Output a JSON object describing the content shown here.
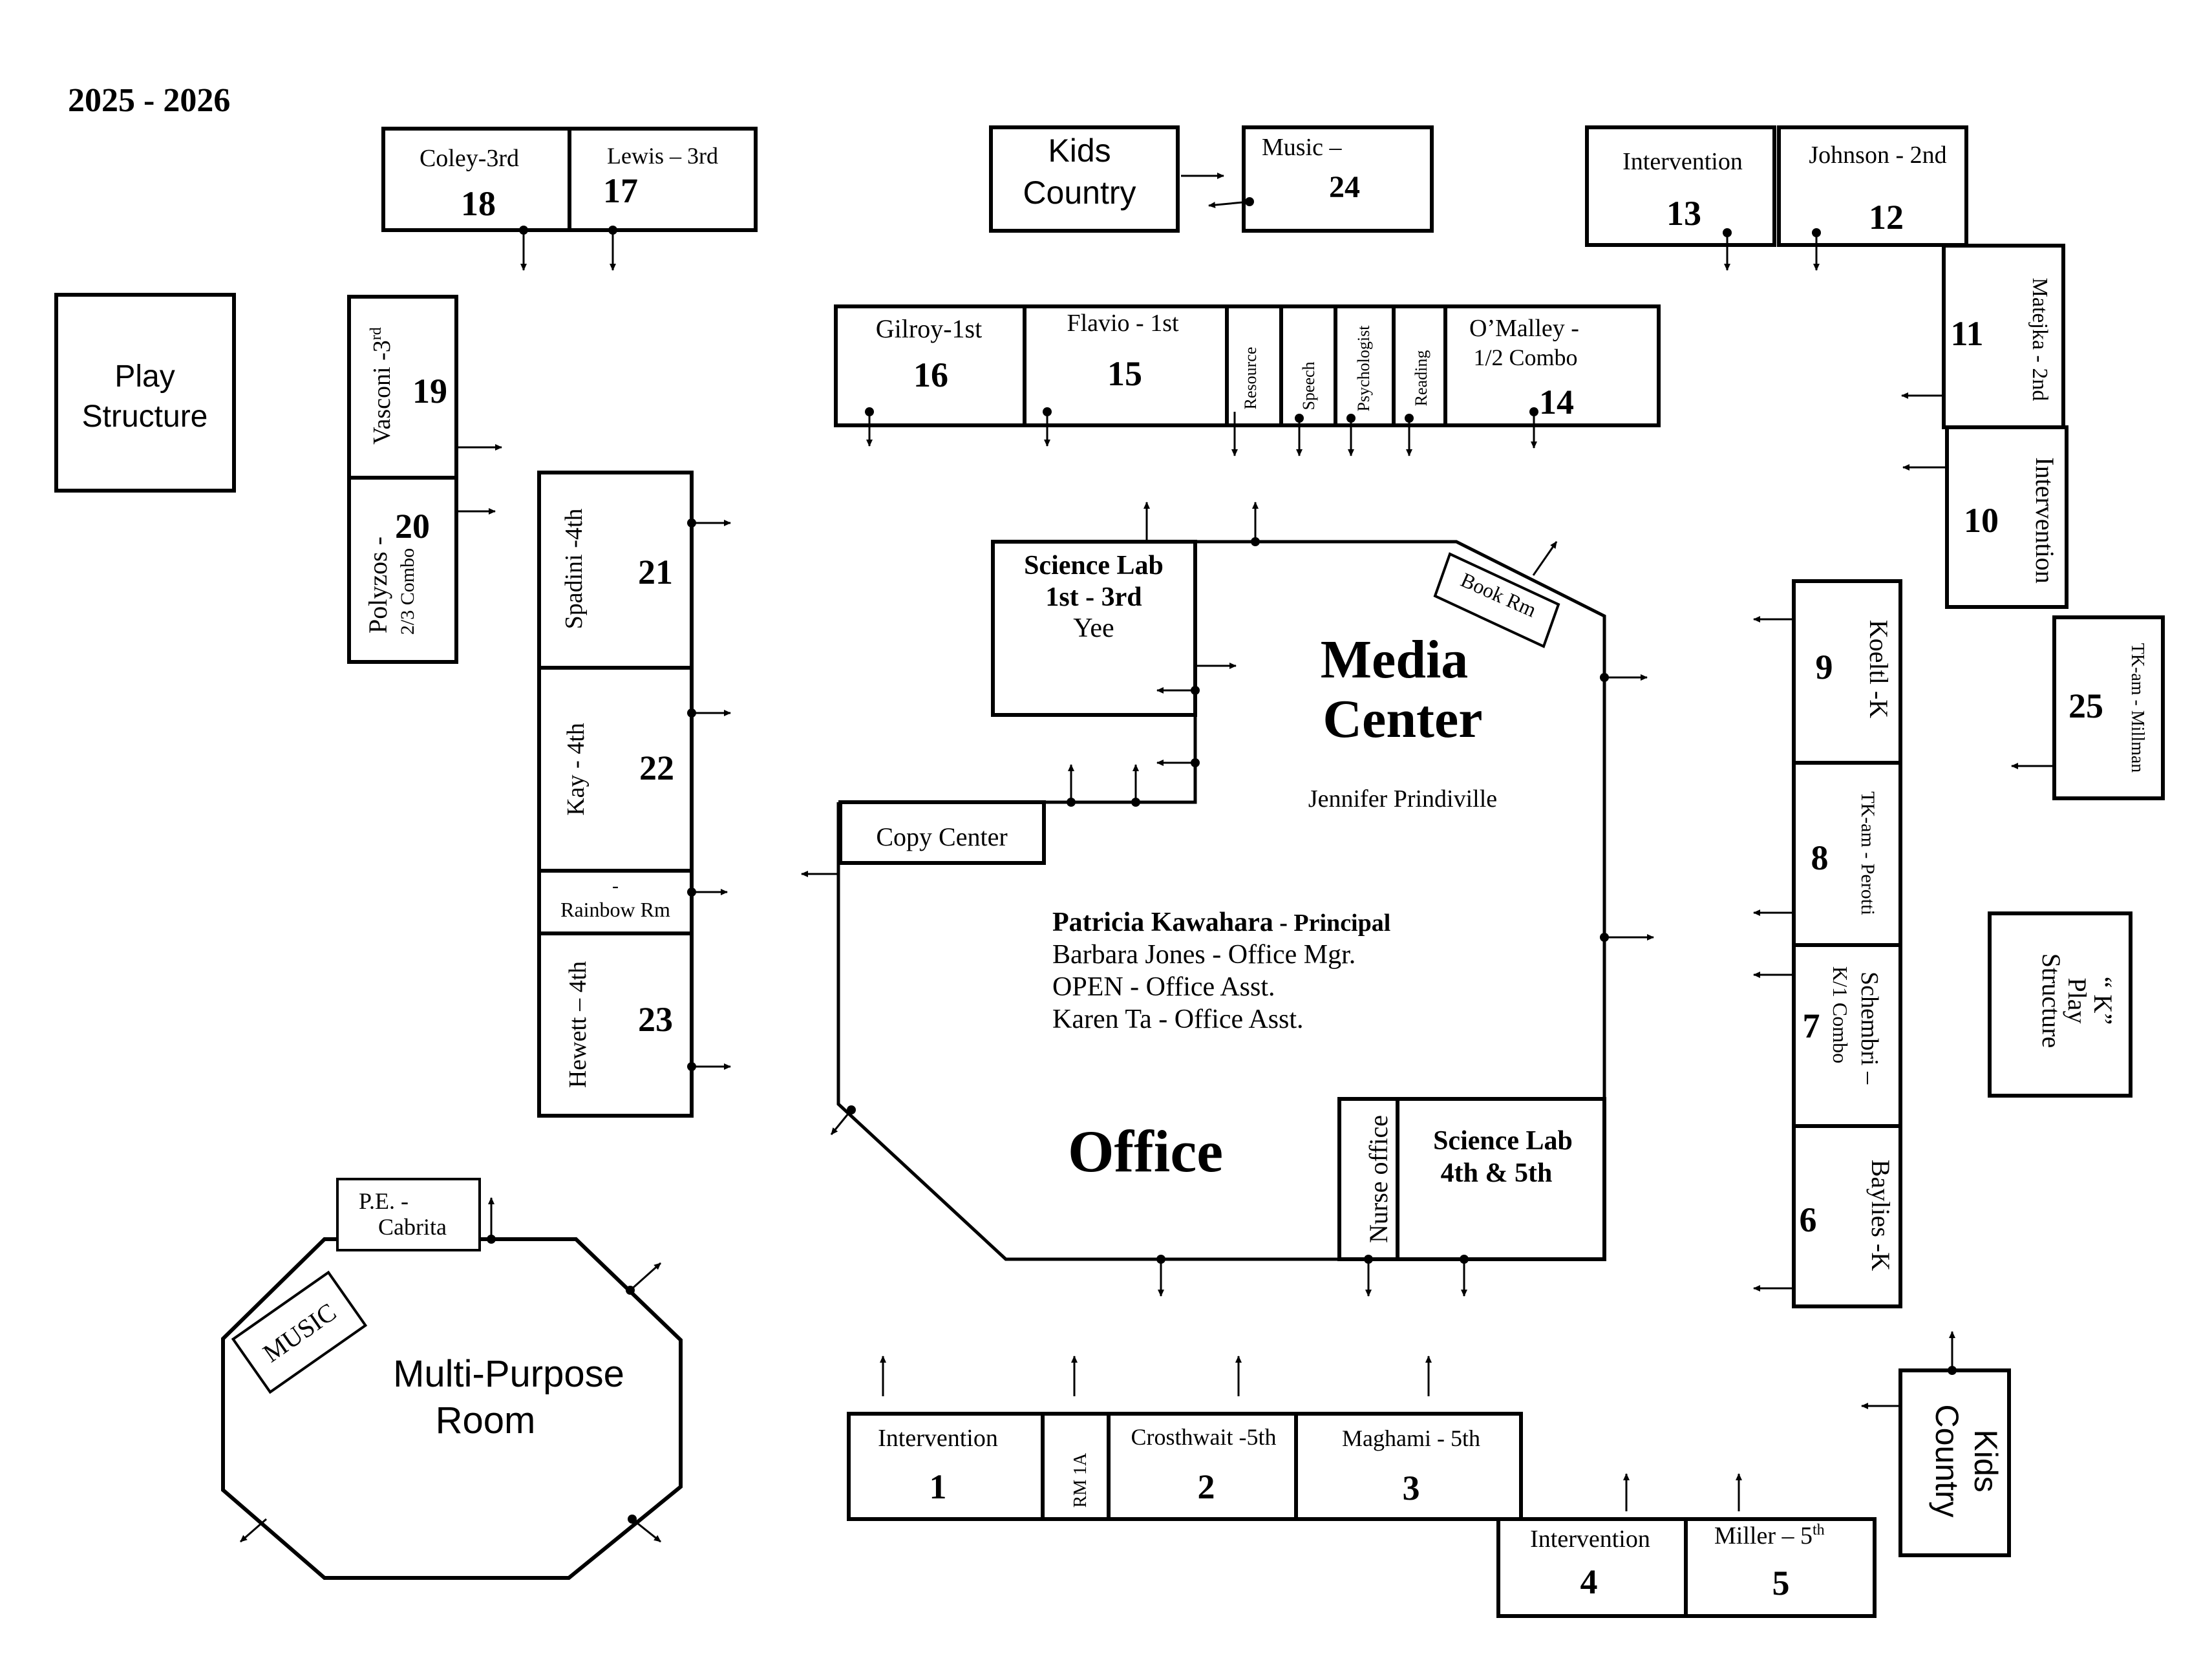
{
  "year": "2025 - 2026",
  "areas": {
    "play_structure": [
      "Play",
      "Structure"
    ],
    "k_play_structure": [
      "“ K”",
      "Play",
      "Structure"
    ],
    "kids_country_top": [
      "Kids",
      "Country"
    ],
    "kids_country_bottom": [
      "Kids",
      "Country"
    ],
    "multi_purpose": [
      "Multi-Purpose",
      "Room"
    ],
    "music": "MUSIC",
    "pe": [
      "P.E. -",
      "Cabrita"
    ]
  },
  "rooms": {
    "r1": {
      "name": "Intervention",
      "num": "1"
    },
    "r1a": "RM 1A",
    "r2": {
      "name": "Crosthwait -5th",
      "num": "2"
    },
    "r3": {
      "name": "Maghami - 5th",
      "num": "3"
    },
    "r4": {
      "name": "Intervention",
      "num": "4"
    },
    "r5": {
      "name": "Miller – 5",
      "sup": "th",
      "num": "5"
    },
    "r6": {
      "name": "Baylies -K",
      "num": "6"
    },
    "r7": {
      "name": "Schembri –",
      "name2": "K/1 Combo",
      "num": "7"
    },
    "r8": {
      "name": "TK-am - Perotti",
      "num": "8"
    },
    "r9": {
      "name": "Koeltl -K",
      "num": "9"
    },
    "r10": {
      "name": "Intervention",
      "num": "10"
    },
    "r11": {
      "name": "Matejka - 2nd",
      "num": "11"
    },
    "r12": {
      "name": "Johnson - 2nd",
      "num": "12"
    },
    "r13": {
      "name": "Intervention",
      "num": "13"
    },
    "r14": {
      "name": "O’Malley -",
      "name2": "1/2 Combo",
      "num": "14"
    },
    "r15": {
      "name": "Flavio - 1st",
      "num": "15"
    },
    "r16": {
      "name": "Gilroy-1st",
      "num": "16"
    },
    "r17": {
      "name": "Lewis – 3rd",
      "num": "17"
    },
    "r18": {
      "name": "Coley-3rd",
      "num": "18"
    },
    "r19": {
      "name": "Vasconi -3",
      "sup": "rd",
      "num": "19"
    },
    "r20": {
      "name": "Polyzos -",
      "name2": "2/3 Combo",
      "num": "20"
    },
    "r21": {
      "name": "Spadini  -4th",
      "num": "21"
    },
    "r22": {
      "name": "Kay - 4th",
      "num": "22"
    },
    "r23": {
      "name": "Hewett – 4th",
      "num": "23"
    },
    "r24": {
      "name": "Music –",
      "num": "24"
    },
    "r25": {
      "name": "TK-am  - Millman",
      "num": "25"
    },
    "rainbow": {
      "dash": "-",
      "name": "Rainbow Rm"
    },
    "resource": "Resource",
    "speech": "Speech",
    "psych": "Psychologist",
    "reading": "Reading"
  },
  "center": {
    "science_lab_1": [
      "Science Lab",
      "1st - 3rd",
      "Yee"
    ],
    "book_rm": "Book Rm",
    "media_center": [
      "Media",
      "Center"
    ],
    "librarian": "Jennifer Prindiville",
    "copy_center": "Copy Center",
    "principal_name": "Patricia Kawahara",
    "principal_role": " - Principal",
    "staff": [
      "Barbara Jones - Office Mgr.",
      "OPEN - Office Asst.",
      "Karen Ta - Office Asst."
    ],
    "office": "Office",
    "nurse": "Nurse office",
    "science_lab_2": [
      "Science Lab",
      "4th & 5th"
    ]
  }
}
